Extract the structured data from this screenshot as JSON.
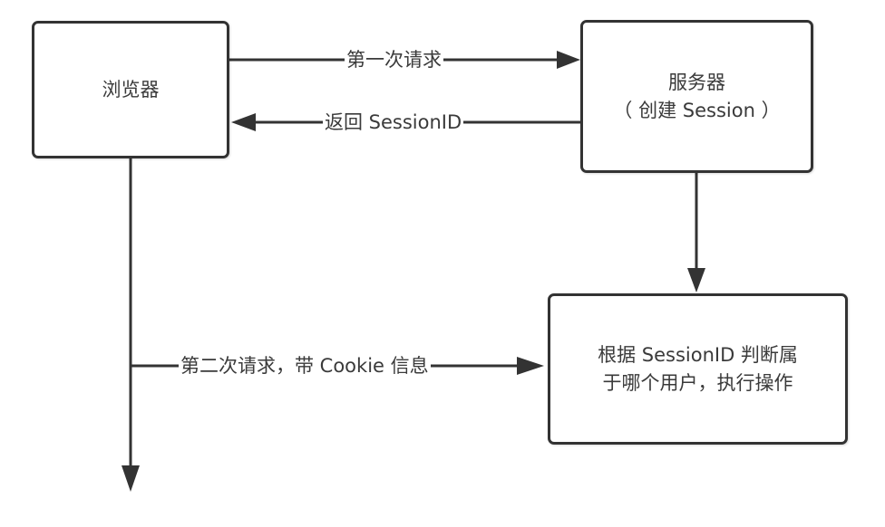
{
  "nodes": {
    "browser": {
      "label": "浏览器"
    },
    "server": {
      "line1": "服务器",
      "line2": "（ 创建 Session ）"
    },
    "handler": {
      "line1": "根据 SessionID 判断属",
      "line2": "于哪个用户，执行操作"
    }
  },
  "edges": {
    "first_request": {
      "label": "第一次请求",
      "from": "browser",
      "to": "server"
    },
    "return_session": {
      "label": "返回 SessionID",
      "from": "server",
      "to": "browser"
    },
    "server_to_handler": {
      "label": "",
      "from": "server",
      "to": "handler"
    },
    "second_request": {
      "label": "第二次请求，带 Cookie 信息",
      "from": "browser",
      "to": "handler"
    },
    "browser_timeline": {
      "label": "",
      "from": "browser",
      "to": "continuation"
    }
  },
  "colors": {
    "stroke": "#333333",
    "text": "#3a3a3a",
    "background": "#ffffff"
  }
}
